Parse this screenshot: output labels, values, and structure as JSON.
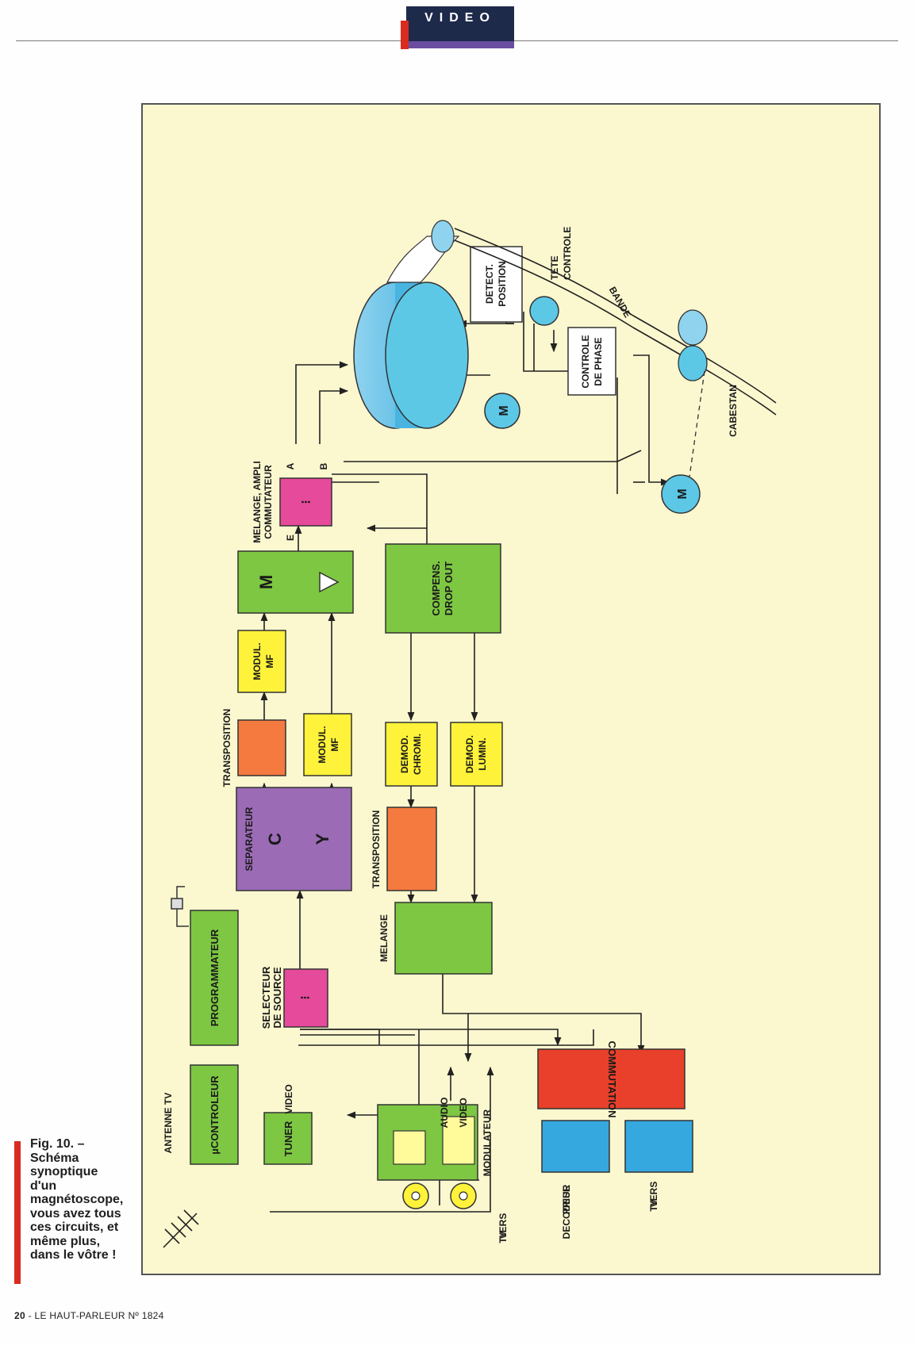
{
  "header": {
    "section": "VIDEO"
  },
  "caption": {
    "text": "Fig. 10. – Schéma synoptique d'un magnétoscope, vous avez tous ces circuits, et même plus, dans le vôtre !"
  },
  "footer": {
    "page_number": "20",
    "text": " - LE HAUT-PARLEUR Nº 1824"
  },
  "colors": {
    "panel_bg": "#fbf7cf",
    "green": "#7dc742",
    "yellow": "#fff23a",
    "orange": "#f47a3f",
    "purple": "#9b6bb5",
    "pink": "#e64a9a",
    "cyan": "#5cc8e6",
    "blue": "#35a8e0",
    "red": "#e8402a"
  },
  "diagram": {
    "blocks": {
      "ucontroleur": "µCONTROLEUR",
      "programmateur": "PROGRAMMATEUR",
      "tuner": "TUNER",
      "selecteur_line1": "SELECTEUR",
      "selecteur_line2": "DE SOURCE",
      "separateur": "SEPARATEUR",
      "sep_c": "C",
      "sep_y": "Y",
      "transposition": "TRANSPOSITION",
      "modul_mf_line1": "MODUL.",
      "modul_mf_line2": "MF",
      "mixer_m": "M",
      "melange_ampli_line1": "MELANGE, AMPLI",
      "melange_ampli_line2": "COMMUTATEUR",
      "compens_line1": "COMPENS.",
      "compens_line2": "DROP OUT",
      "demod_chromi_line1": "DEMOD.",
      "demod_chromi_line2": "CHROMI.",
      "demod_lumin_line1": "DEMOD.",
      "demod_lumin_line2": "LUMIN.",
      "melange": "MELANGE",
      "commutation": "COMMUTATION",
      "modulateur": "MODULATEUR",
      "detect_line1": "DETECT.",
      "detect_line2": "POSITION",
      "controle_line1": "CONTROLE",
      "controle_line2": "DE PHASE",
      "tete_line1": "TETE",
      "tete_line2": "CONTROLE",
      "bande": "BANDE",
      "cabestan": "CABESTAN",
      "motor": "M",
      "port_a": "A",
      "port_b": "B",
      "port_e": "E",
      "video": "VIDEO",
      "audio": "AUDIO",
      "antenne_tv": "ANTENNE TV",
      "vers_tv_line1": "VERS",
      "vers_tv_line2": "TV",
      "prise_line1": "PRISE",
      "prise_line2": "DECODEUR"
    }
  }
}
